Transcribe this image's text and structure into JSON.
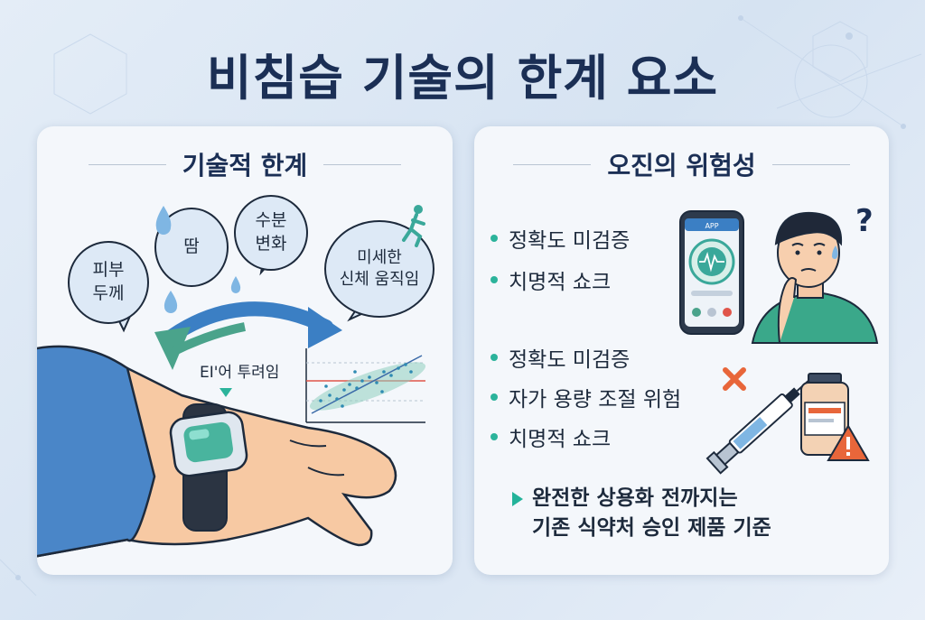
{
  "title": "비침습 기술의 한계 요소",
  "left_panel": {
    "heading": "기술적 한계",
    "bubbles": [
      {
        "line1": "피부",
        "line2": "두께"
      },
      {
        "line1": "땀",
        "line2": ""
      },
      {
        "line1": "수분",
        "line2": "변화"
      },
      {
        "line1": "미세한",
        "line2": "신체 움직임"
      }
    ],
    "data_label": "EI'어 투려임"
  },
  "right_panel": {
    "heading": "오진의 위험성",
    "group1": [
      "정확도 미검증",
      "치명적 쇼크"
    ],
    "group2": [
      "정확도 미검증",
      "자가 용량 조절 위험",
      "치명적 쇼크"
    ],
    "phone_header": "APP",
    "conclusion_line1": "완전한 상용화 전까지는",
    "conclusion_line2": "기존 식약처 승인 제품 기준"
  },
  "colors": {
    "title": "#1b2f55",
    "accent_teal": "#2bb39b",
    "arrow_blue": "#3b7fc4",
    "warning_orange": "#e8663a"
  }
}
